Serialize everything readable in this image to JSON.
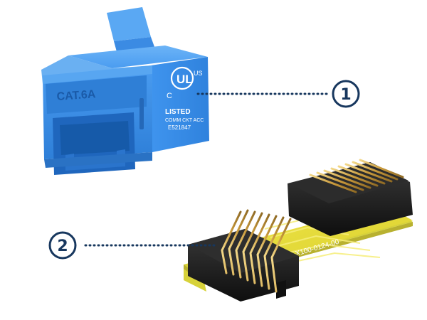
{
  "jack": {
    "category_label": "CAT.6A",
    "cert": {
      "left_mark": "C",
      "center_mark": "UL",
      "right_mark": "US",
      "listed": "LISTED",
      "line1": "COMM CKT ACC",
      "line2": "E521847"
    }
  },
  "pcb": {
    "silkscreen": "X100-0124-00"
  },
  "callouts": [
    {
      "number": "1"
    },
    {
      "number": "2"
    }
  ],
  "colors": {
    "jack_blue": "#3a8fe6",
    "callout_navy": "#17375e",
    "pcb_yellow": "#e2dc3a",
    "pin_gold": "#c9a24a"
  }
}
